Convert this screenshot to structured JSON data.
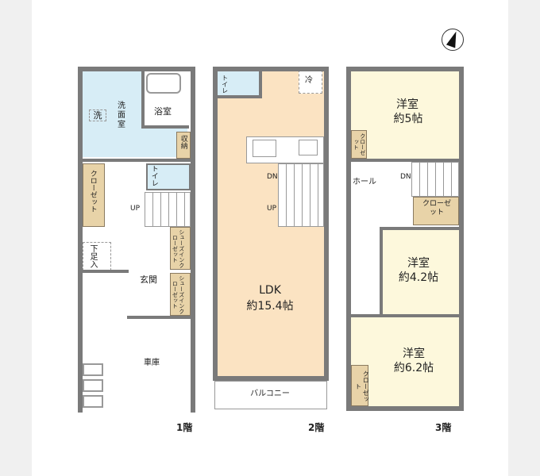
{
  "compass": {
    "icon": "north-arrow-icon",
    "label": "N"
  },
  "floor1": {
    "label": "1階",
    "washroom": "洗面室",
    "washer": "洗",
    "bath": "浴室",
    "storage": "収納",
    "toilet": "トイレ",
    "closet": "クローゼット",
    "up": "UP",
    "shoe_box": "下足入",
    "shoe_closet_1": "シューズインクローゼット",
    "shoe_closet_2": "シューズインクローゼット",
    "entrance": "玄関",
    "garage": "車庫"
  },
  "floor2": {
    "label": "2階",
    "toilet": "トイレ",
    "fridge": "冷",
    "dn": "DN",
    "up": "UP",
    "room": "LDK",
    "size": "約15.4帖",
    "balcony": "バルコニー"
  },
  "floor3": {
    "label": "3階",
    "room1": "洋室",
    "room1_size": "約5帖",
    "closet1": "クローゼット",
    "hall": "ホール",
    "dn": "DN",
    "closet2": "クローゼット",
    "room2": "洋室",
    "room2_size": "約4.2帖",
    "room3": "洋室",
    "room3_size": "約6.2帖",
    "closet3": "クローゼット"
  },
  "colors": {
    "wall": "#7a7a7a",
    "wet_area": "#d7edf6",
    "ldk": "#fbe3c2",
    "western_room": "#fdf8dc",
    "closet": "#e8d3a8"
  }
}
